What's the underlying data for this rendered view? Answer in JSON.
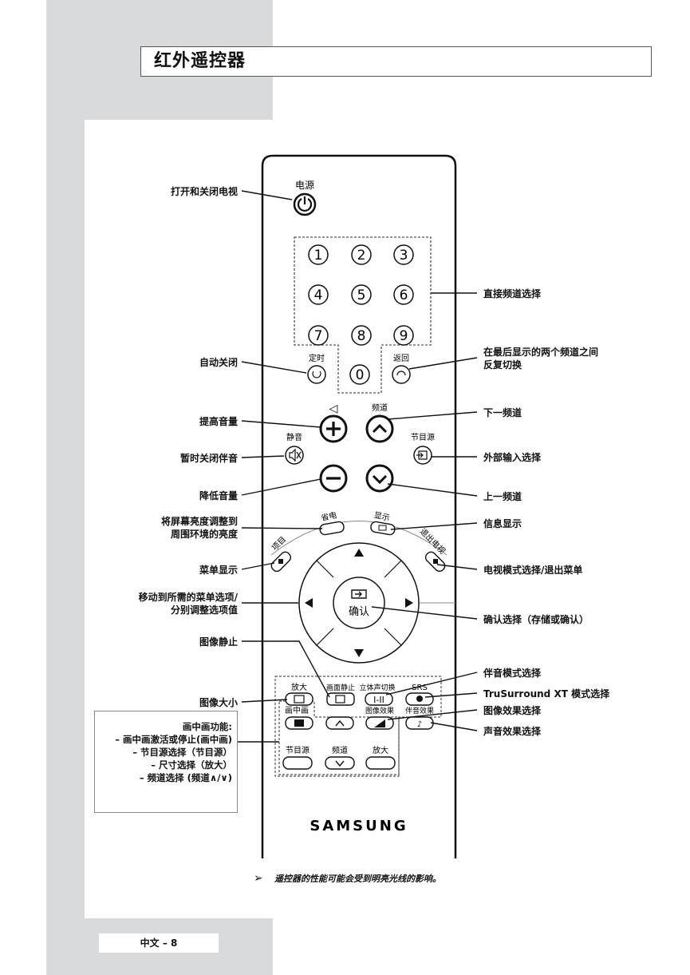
{
  "title": "红外遥控器",
  "remote": {
    "power_label": "电源",
    "digits": [
      "1",
      "2",
      "3",
      "4",
      "5",
      "6",
      "7",
      "8",
      "9",
      "0"
    ],
    "sleep_label": "定时",
    "pre_ch_label": "返回",
    "volume_symbol": "◁",
    "channel_label": "频道",
    "mute_label": "静音",
    "source_label": "节目源",
    "psave_label": "省电",
    "display_label": "显示",
    "menu_label": "项目",
    "exit_label": "退出电视",
    "enter_label": "确认",
    "row1_labels": [
      "放大",
      "画面静止",
      "立体声切换",
      "SRS"
    ],
    "mode_text": "I-II",
    "pip_label": "画中画",
    "picture_effect_label": "图像效果",
    "sound_effect_label": "伴音效果",
    "row3_labels": [
      "节目源",
      "频道",
      "放大"
    ],
    "brand": "SAMSUNG"
  },
  "callouts_left": {
    "power": "打开和关闭电视",
    "sleep": "自动关闭",
    "vol_up": "提高音量",
    "mute": "暂时关闭伴音",
    "vol_down": "降低音量",
    "psave_1": "将屏幕亮度调整到",
    "psave_2": "周围环境的亮度",
    "menu": "菜单显示",
    "move_1": "移动到所需的菜单选项/",
    "move_2": "分别调整选项值",
    "still": "图像静止",
    "size": "图像大小"
  },
  "callouts_right": {
    "direct": "直接频道选择",
    "prech_1": "在最后显示的两个频道之间",
    "prech_2": "反复切换",
    "ch_next": "下一频道",
    "source": "外部输入选择",
    "ch_prev": "上一频道",
    "info": "信息显示",
    "tv_exit": "电视模式选择/退出菜单",
    "enter": "确认选择（存储或确认）",
    "sound_mode": "伴音模式选择",
    "srs": "TruSurround XT 模式选择",
    "pic_effect": "图像效果选择",
    "snd_effect": "声音效果选择"
  },
  "pip_box": {
    "title": "画中画功能:",
    "line1": "– 画中画激活或停止(画中画)",
    "line2": "– 节目源选择（节目源）",
    "line3": "– 尺寸选择（放大）",
    "line4": "– 频道选择 (频道∧/∨)"
  },
  "note_arrow": "➢",
  "note": "遥控器的性能可能会受到明亮光线的影响。",
  "page_number": "中文 – 8"
}
